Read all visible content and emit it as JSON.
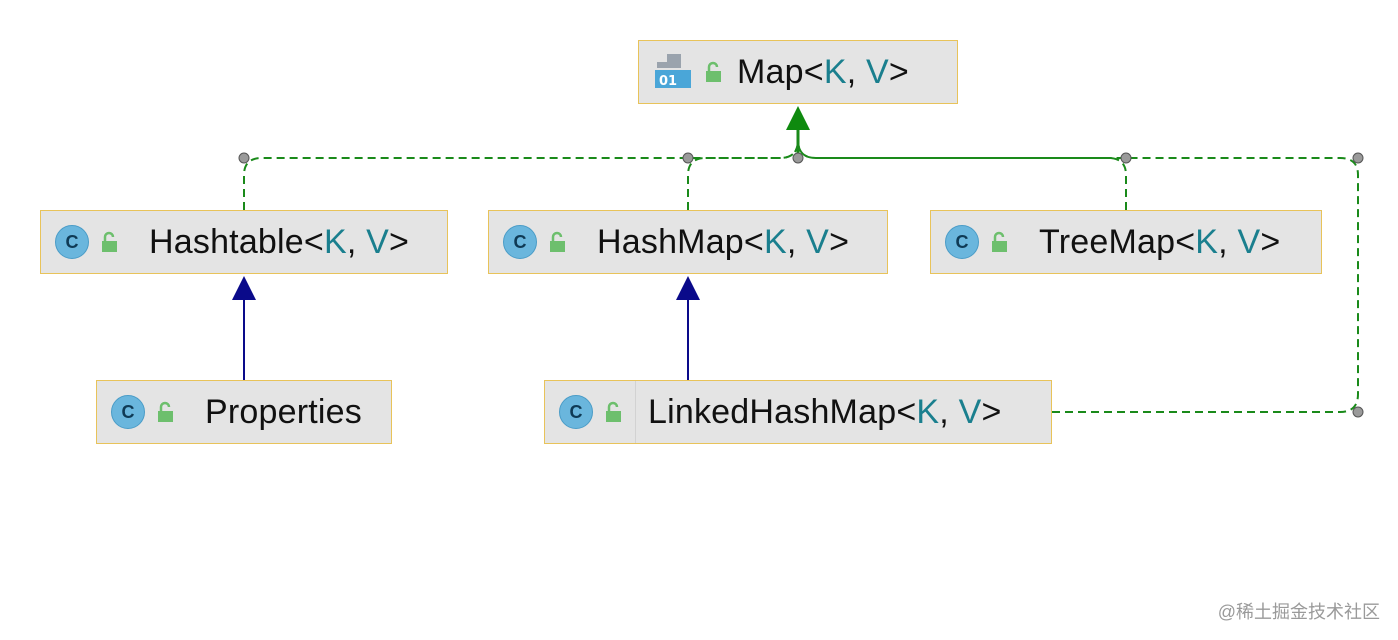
{
  "diagram": {
    "map": {
      "name": "Map",
      "type_params": [
        "K",
        "V"
      ]
    },
    "hashtable": {
      "name": "Hashtable",
      "type_params": [
        "K",
        "V"
      ]
    },
    "hashmap": {
      "name": "HashMap",
      "type_params": [
        "K",
        "V"
      ]
    },
    "treemap": {
      "name": "TreeMap",
      "type_params": [
        "K",
        "V"
      ]
    },
    "properties": {
      "name": "Properties"
    },
    "linkedhashmap": {
      "name": "LinkedHashMap",
      "type_params": [
        "K",
        "V"
      ]
    }
  },
  "icons": {
    "class_letter": "C",
    "interface_code": "01",
    "class_icon_color": "#6ab6dd",
    "lock_color": "#6dbf6d"
  },
  "colors": {
    "implements_edge": "#1a8a1a",
    "extends_edge": "#0a0a8a",
    "node_border": "#e8c35a",
    "node_fill": "#e4e4e4",
    "type_param": "#1a7f8e"
  },
  "watermark": "@稀土掘金技术社区"
}
